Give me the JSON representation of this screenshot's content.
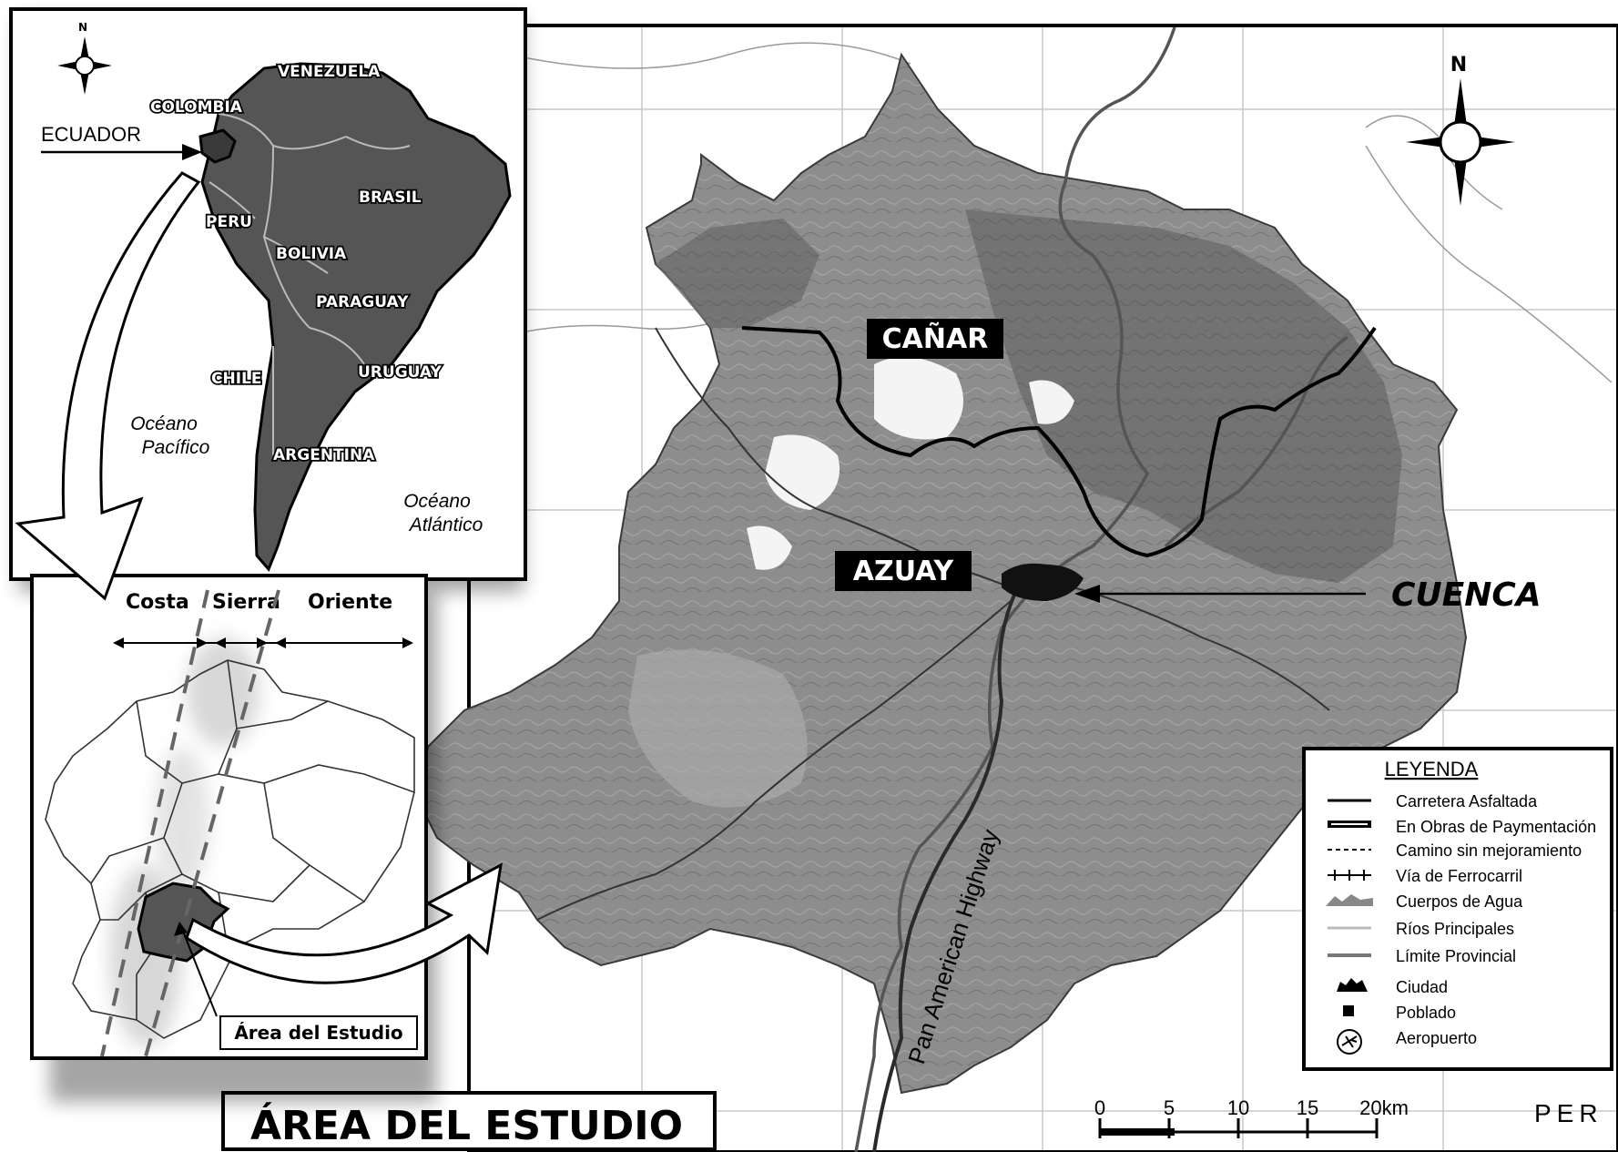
{
  "title": "ÁREA DEL ESTUDIO",
  "south_america_inset": {
    "north": "N",
    "countries": [
      "VENEZUELA",
      "COLOMBIA",
      "BRASIL",
      "PERU",
      "BOLIVIA",
      "PARAGUAY",
      "CHILE",
      "URUGUAY",
      "ARGENTINA"
    ],
    "ecuador_label": "ECUADOR",
    "ocean_pacific": [
      "Océano",
      "Pacífico"
    ],
    "ocean_atlantic": [
      "Océano",
      "Atlántico"
    ]
  },
  "ecuador_inset": {
    "regions": [
      "Costa",
      "Sierra",
      "Oriente"
    ],
    "study_area_label": "Área del Estudio"
  },
  "main_map": {
    "north": "N",
    "provinces": [
      "CAÑAR",
      "AZUAY"
    ],
    "city": "CUENCA",
    "highway": "Pan American Highway",
    "edge_label": "PER",
    "scale_labels": [
      "0",
      "5",
      "10",
      "15",
      "20km"
    ]
  },
  "legend": {
    "title": "LEYENDA",
    "items": [
      {
        "label": "Carretera Asfaltada",
        "icon": "solid-line"
      },
      {
        "label": "En Obras de Paymentación",
        "icon": "double-line"
      },
      {
        "label": "Camino sin mejoramiento",
        "icon": "dashed-line"
      },
      {
        "label": "Vía de Ferrocarril",
        "icon": "railway-line"
      },
      {
        "label": "Cuerpos de Agua",
        "icon": "water-shape"
      },
      {
        "label": "Ríos Principales",
        "icon": "river-line"
      },
      {
        "label": "Límite Provincial",
        "icon": "boundary-line"
      },
      {
        "label": "Ciudad",
        "icon": "city-symbol"
      },
      {
        "label": "Poblado",
        "icon": "square-symbol"
      },
      {
        "label": "Aeropuerto",
        "icon": "airport-symbol"
      }
    ]
  }
}
